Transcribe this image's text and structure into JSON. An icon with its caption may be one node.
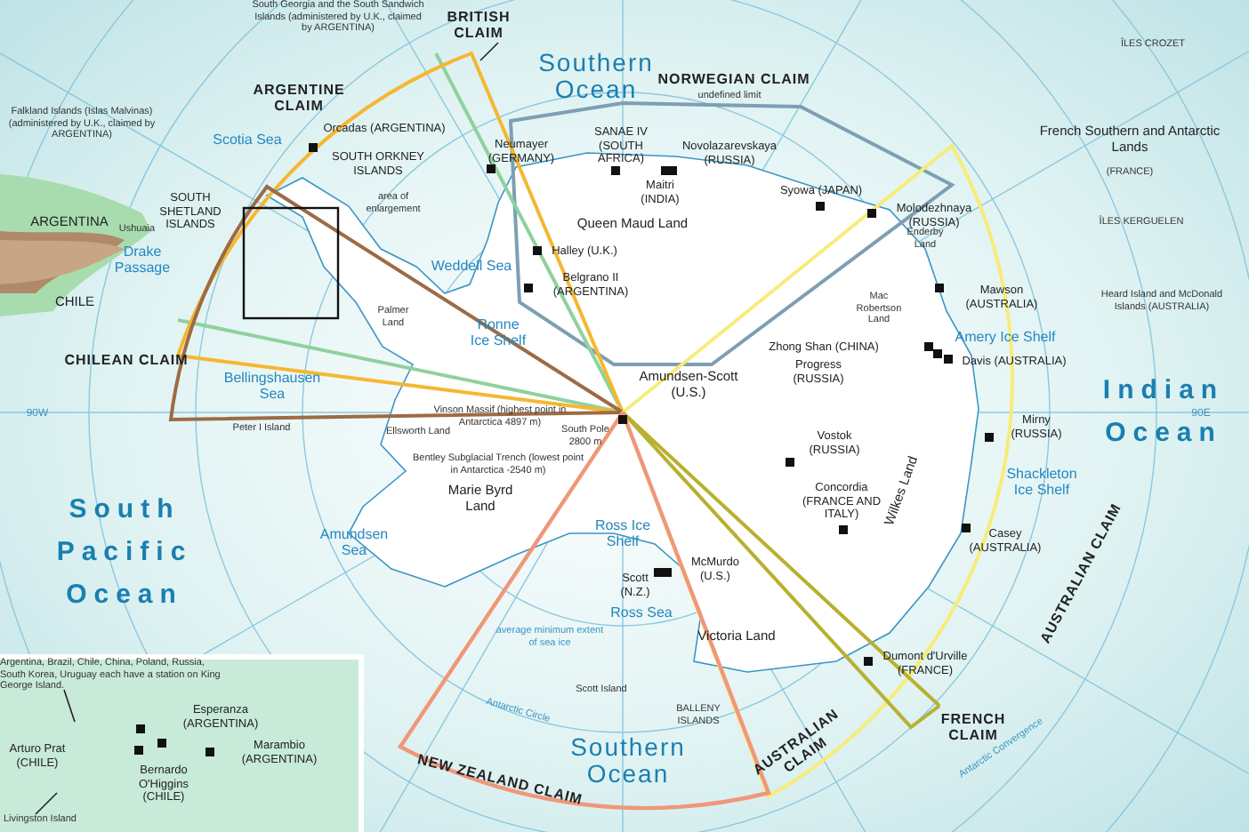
{
  "diagram": {
    "nodes": [
      {
        "text": [
          "BRITISH CLAIM"
        ]
      },
      {
        "text": [
          "Argentina, Brazil, Chile, China, Poland, Russia, South Korea, Uruguay each have a station on King George Island."
        ]
      },
      {
        "text": [
          "Livingston Island"
        ]
      }
    ],
    "edges": [
      {
        "from": 0,
        "to": null,
        "arrow": "none"
      },
      {
        "from": 1,
        "to": null,
        "arrow": "none"
      },
      {
        "from": 2,
        "to": null,
        "arrow": "none"
      }
    ],
    "labels": [
      "South Georgia and the South Sandwich Islands (administered by U.K., claimed by ARGENTINA)",
      "Southern Ocean",
      "NORWEGIAN CLAIM",
      "undefined limit",
      "ÎLES CROZET",
      "ARGENTINE CLAIM",
      "Falkland Islands (Islas Malvinas) (administered by U.K., claimed by ARGENTINA)",
      "Scotia Sea",
      "Orcadas (ARGENTINA)",
      "SOUTH ORKNEY ISLANDS",
      "Neumayer (GERMANY)",
      "SANAE IV (SOUTH AFRICA)",
      "Novolazarevskaya (RUSSIA)",
      "Maitri (INDIA)",
      "French Southern and Antarctic Lands",
      "(FRANCE)",
      "Syowa (JAPAN)",
      "Molodezhnaya (RUSSIA)",
      "Enderby Land",
      "ARGENTINA",
      "Ushuaia",
      "SOUTH SHETLAND ISLANDS",
      "area of enlargement",
      "Drake Passage",
      "CHILE",
      "Queen Maud Land",
      "Halley (U.K.)",
      "Weddell Sea",
      "Belgrano II (ARGENTINA)",
      "ÎLES KERGUELEN",
      "Heard Island and McDonald Islands (AUSTRALIA)",
      "Mawson (AUSTRALIA)",
      "Mac Robertson Land",
      "Palmer Land",
      "Ronne Ice Shelf",
      "Amery Ice Shelf",
      "Zhong Shan (CHINA)",
      "Progress (RUSSIA)",
      "Davis (AUSTRALIA)",
      "CHILEAN CLAIM",
      "Bellingshausen Sea",
      "Ellsworth Land",
      "Vinson Massif (highest point in Antarctica 4897 m)",
      "Amundsen-Scott (U.S.)",
      "Indian Ocean",
      "90W",
      "90E",
      "Peter I Island",
      "South Pole 2800 m",
      "Vostok (RUSSIA)",
      "Mirny (RUSSIA)",
      "Bentley Subglacial Trench (lowest point in Antarctica -2540 m)",
      "Marie Byrd Land",
      "Concordia (FRANCE AND ITALY)",
      "Shackleton Ice Shelf",
      "South Pacific Ocean",
      "Amundsen Sea",
      "Wilkes Land",
      "Casey (AUSTRALIA)",
      "AUSTRALIAN CLAIM",
      "Ross Ice Shelf",
      "McMurdo (U.S.)",
      "Scott (N.Z.)",
      "Ross Sea",
      "average minimum extent of sea ice",
      "Victoria Land",
      "Dumont d'Urville (FRANCE)",
      "Scott Island",
      "Antarctic Circle",
      "BALLENY ISLANDS",
      "FRENCH CLAIM",
      "AUSTRALIAN CLAIM",
      "Antarctic Convergence",
      "Southern Ocean",
      "NEW ZEALAND CLAIM",
      "Esperanza (ARGENTINA)",
      "Arturo Prat (CHILE)",
      "Marambio (ARGENTINA)",
      "Bernardo O'Higgins (CHILE)"
    ]
  }
}
